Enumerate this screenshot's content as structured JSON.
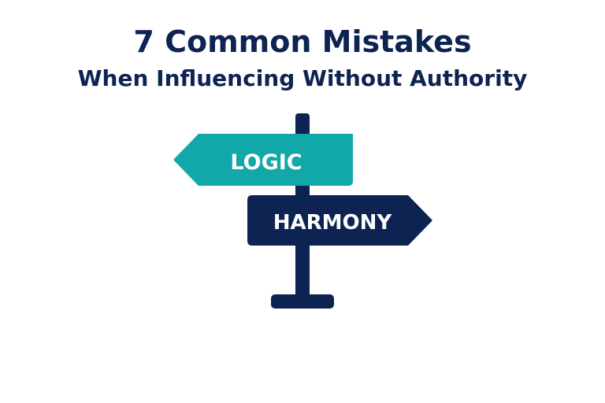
{
  "header": {
    "title_line1": "7 Common Mistakes",
    "title_line2": "When Influencing Without Authority"
  },
  "signpost": {
    "left_sign_label": "LOGIC",
    "right_sign_label": "HARMONY"
  },
  "colors": {
    "navy": "#0d2352",
    "teal": "#12a7a9",
    "sign_text": "#ffffff",
    "background": "#ffffff"
  }
}
